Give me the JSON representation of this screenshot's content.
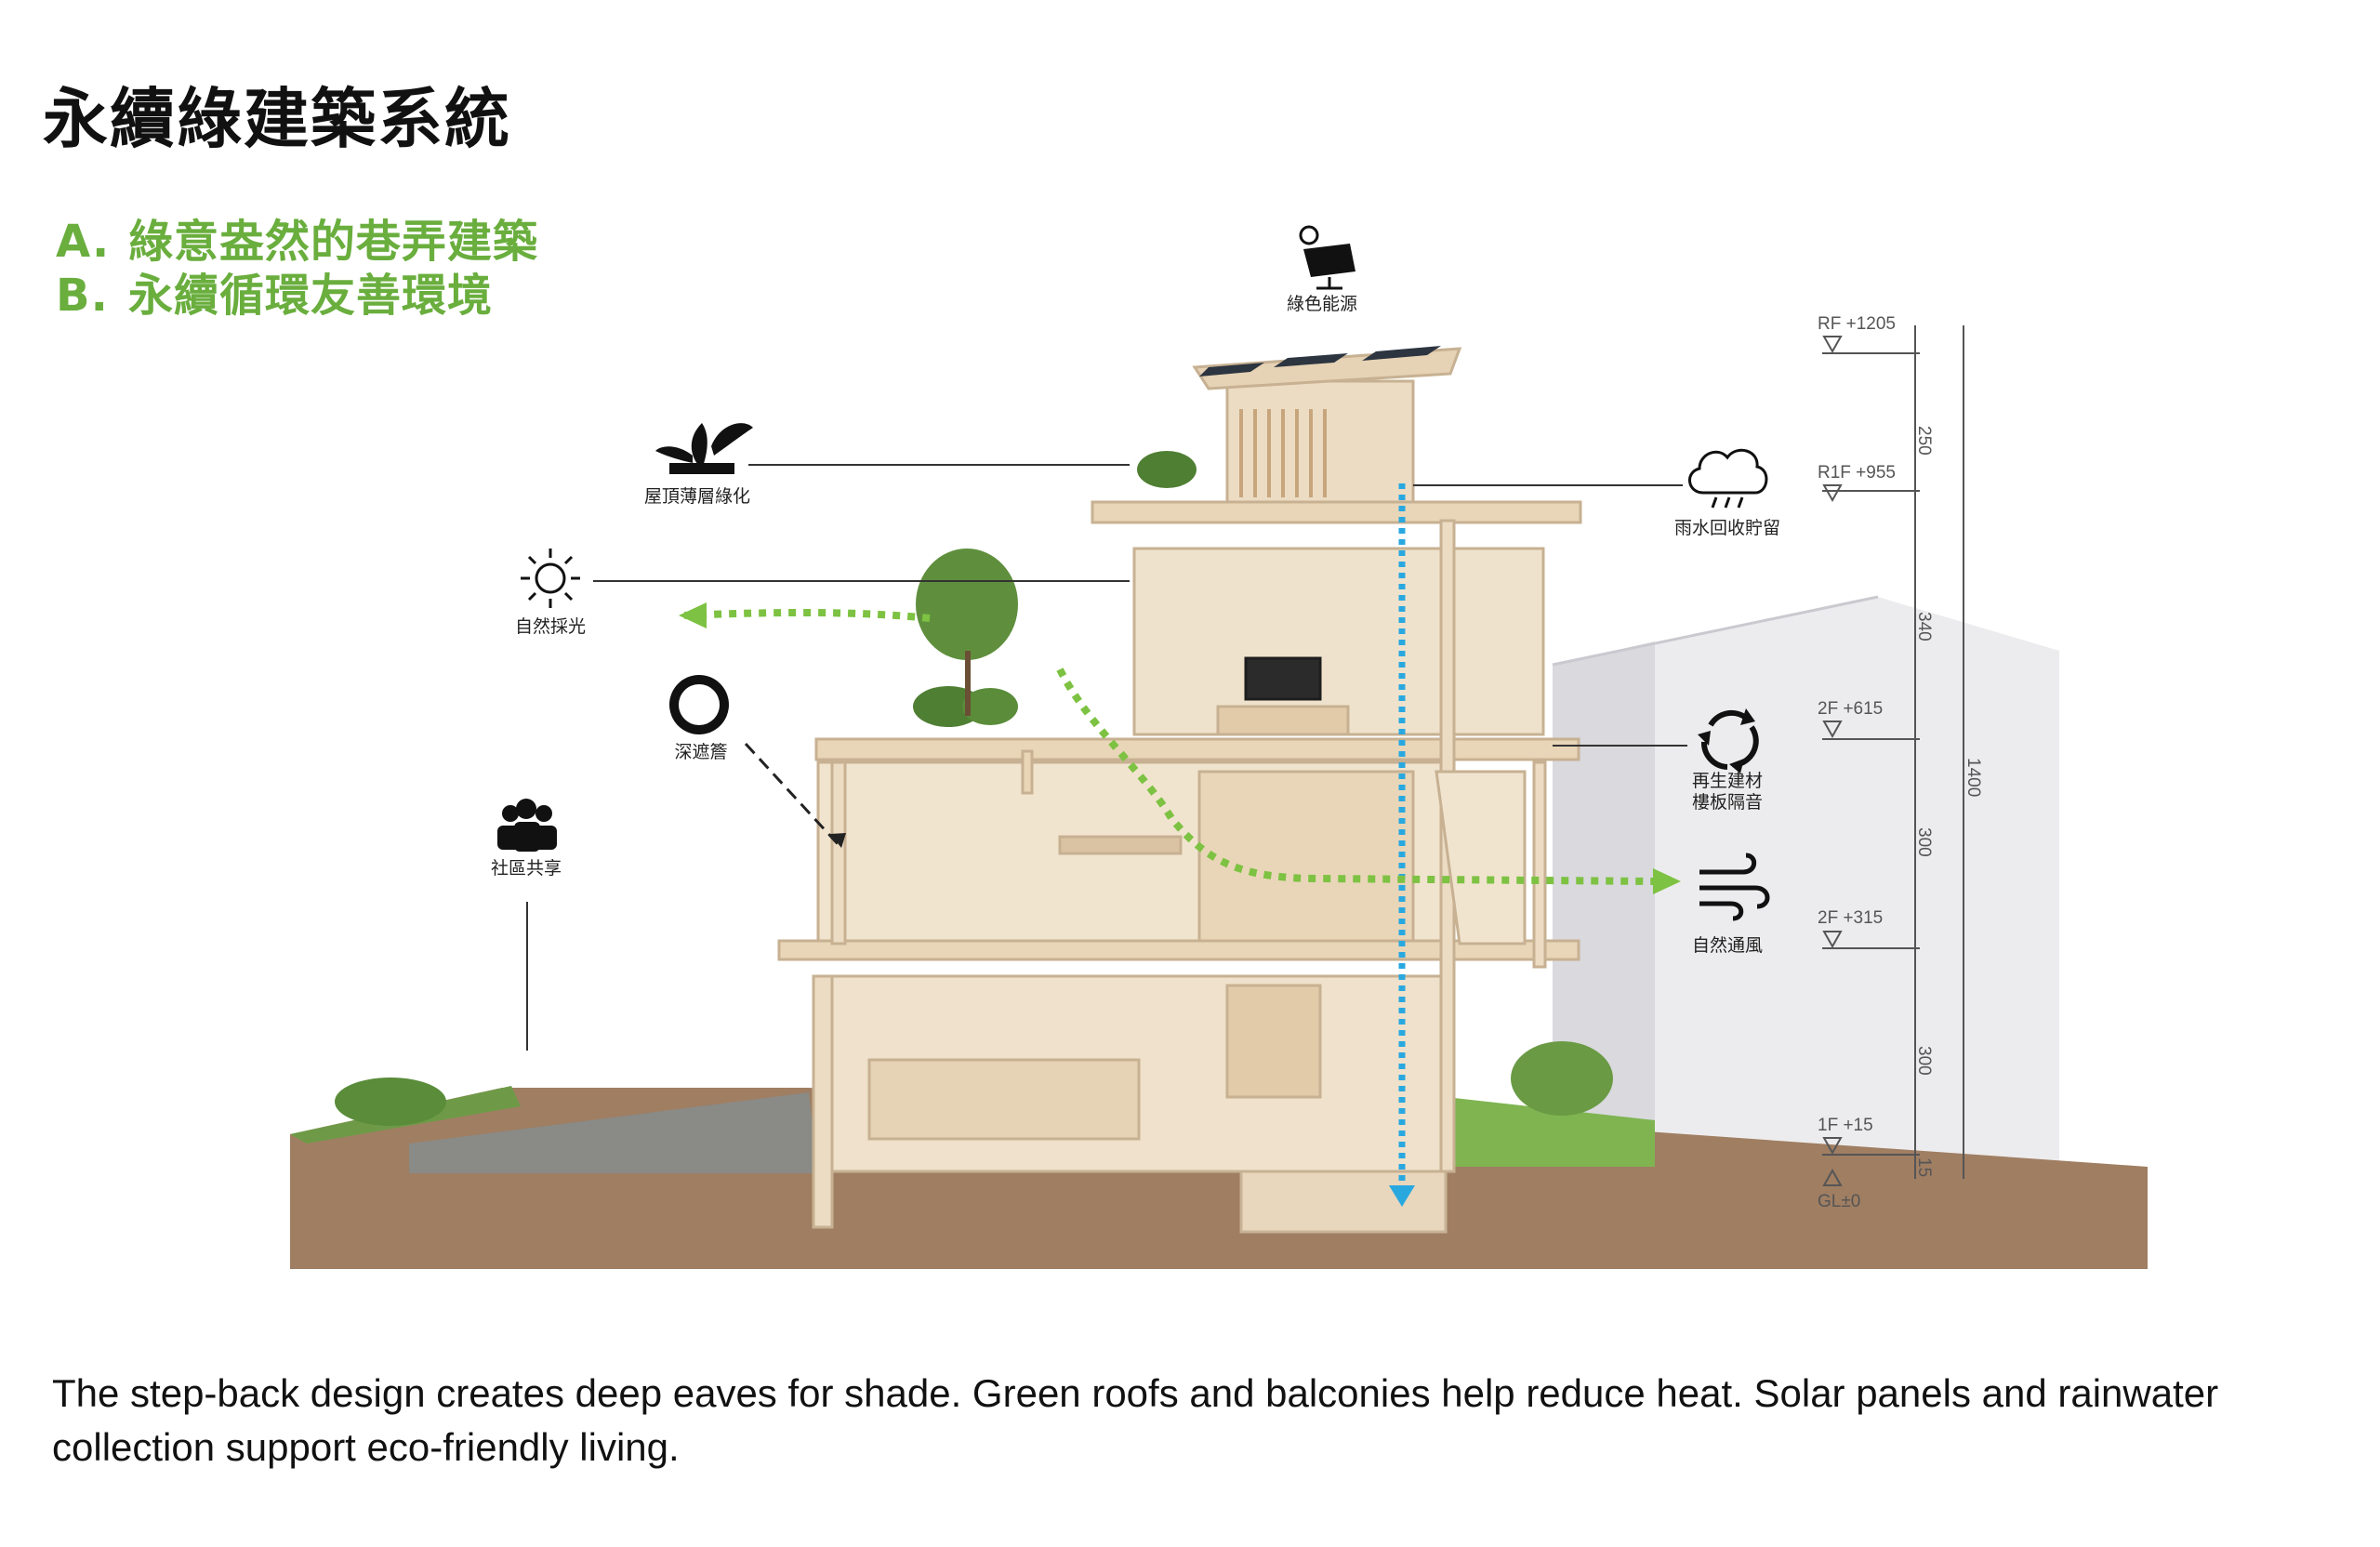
{
  "title": "永續綠建築系統",
  "subtitles": [
    {
      "letter": "A.",
      "text": "綠意盎然的巷弄建築"
    },
    {
      "letter": "B.",
      "text": "永續循環友善環境"
    }
  ],
  "icons": {
    "solar": "綠色能源",
    "roof_green": "屋頂薄層綠化",
    "daylight": "自然採光",
    "deep_eave": "深遮簷",
    "community": "社區共享",
    "rainwater": "雨水回收貯留",
    "recycled_line1": "再生建材",
    "recycled_line2": "樓板隔音",
    "ventilation": "自然通風"
  },
  "levels": {
    "rf": "RF +1205",
    "r1f": "R1F +955",
    "f2_615": "2F +615",
    "f2_315": "2F +315",
    "f1": "1F +15",
    "gl": "GL±0"
  },
  "dimensions": {
    "d250": "250",
    "d340": "340",
    "d300a": "300",
    "d300b": "300",
    "d15": "15",
    "total": "1400"
  },
  "caption": "The step-back design creates deep eaves for shade. Green roofs and balconies help reduce heat. Solar panels and rainwater collection support eco-friendly living.",
  "colors": {
    "green_text": "#6aae3e",
    "airflow_green": "#7dc242",
    "water_blue": "#29a8e0",
    "timber": "#e8d6bd",
    "soil": "#a07e62"
  }
}
